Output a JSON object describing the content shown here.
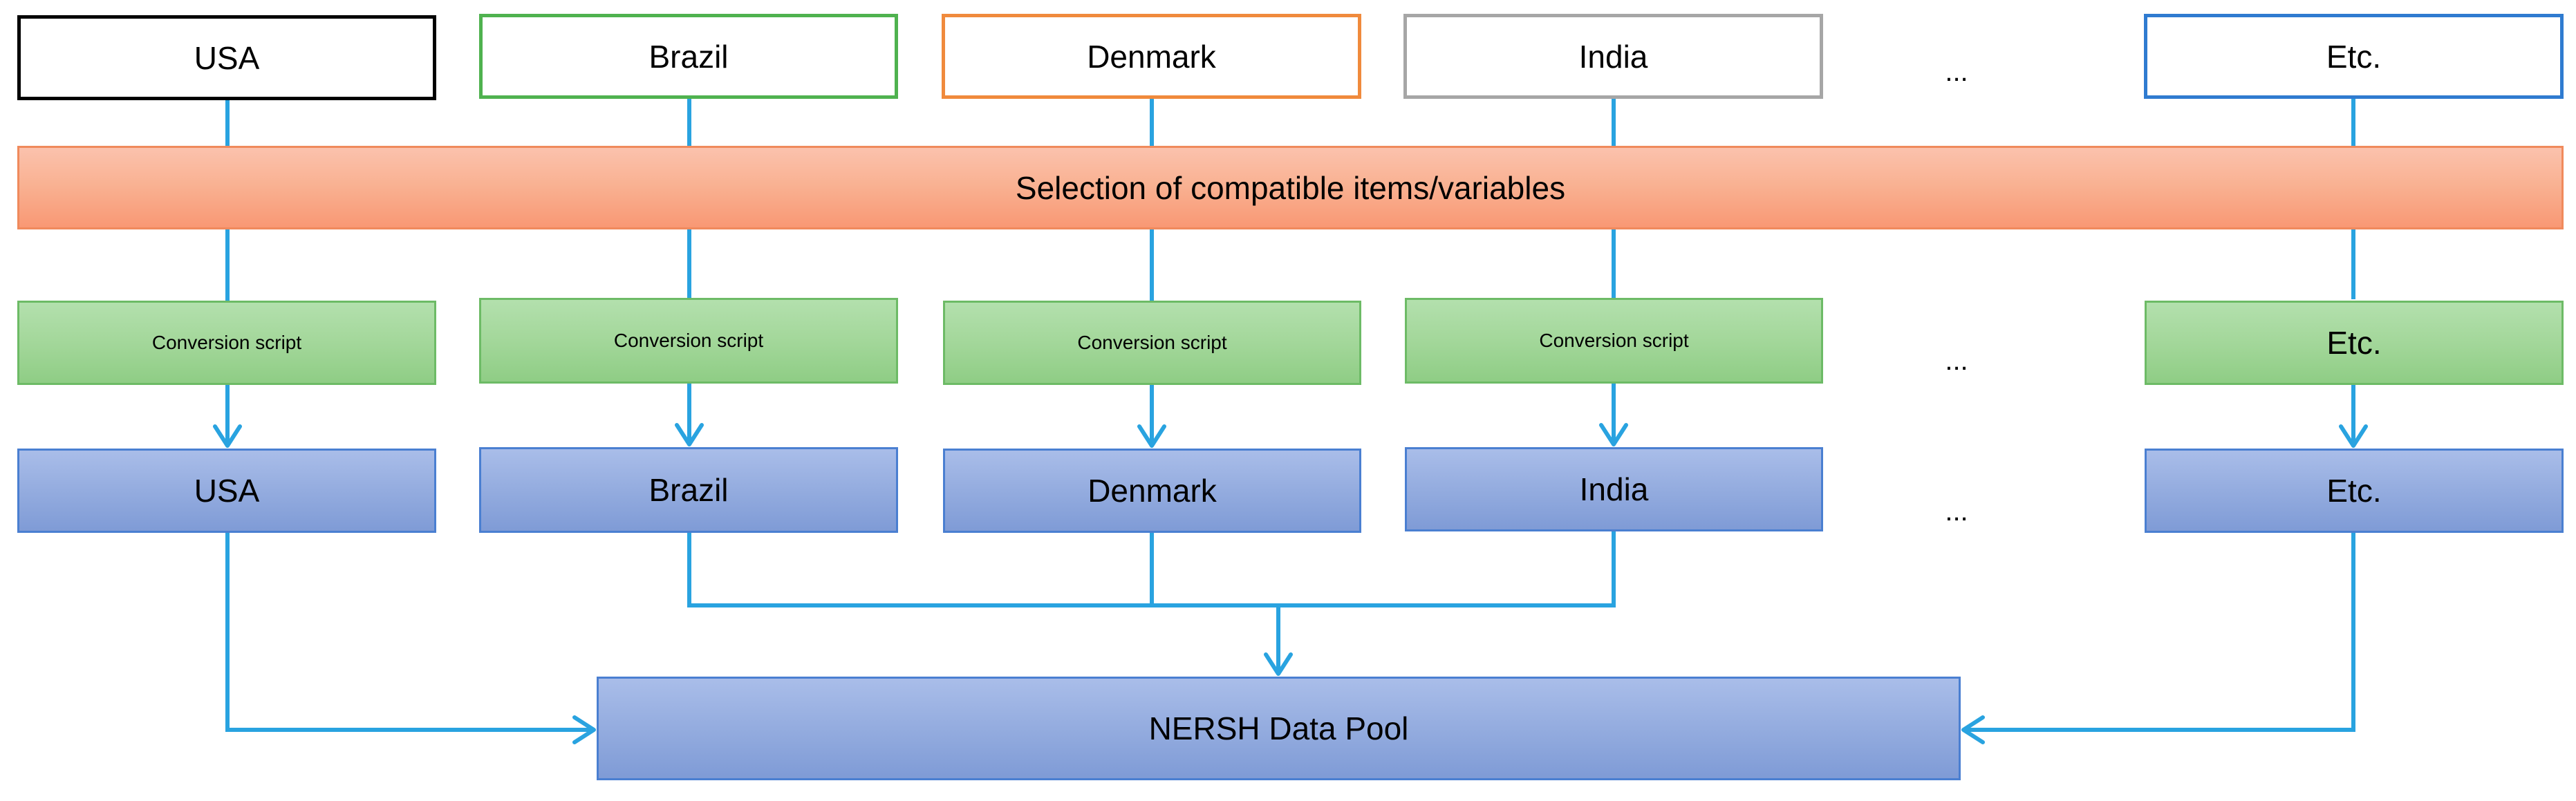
{
  "countries": [
    "USA",
    "Brazil",
    "Denmark",
    "India",
    "Etc."
  ],
  "selection_label": "Selection of compatible items/variables",
  "conversion_scripts": [
    "Conversion script",
    "Conversion script",
    "Conversion script",
    "Conversion script",
    "Etc."
  ],
  "outputs": [
    "USA",
    "Brazil",
    "Denmark",
    "India",
    "Etc."
  ],
  "pool_label": "NERSH Data Pool",
  "ellipsis": "...",
  "colors": {
    "connector": "#29a3e0",
    "usa_border": "#000000",
    "brazil_border": "#4fb24f",
    "denmark_border": "#f08a3c",
    "india_border": "#a6a6a6",
    "etc_border": "#2f7bd0"
  }
}
